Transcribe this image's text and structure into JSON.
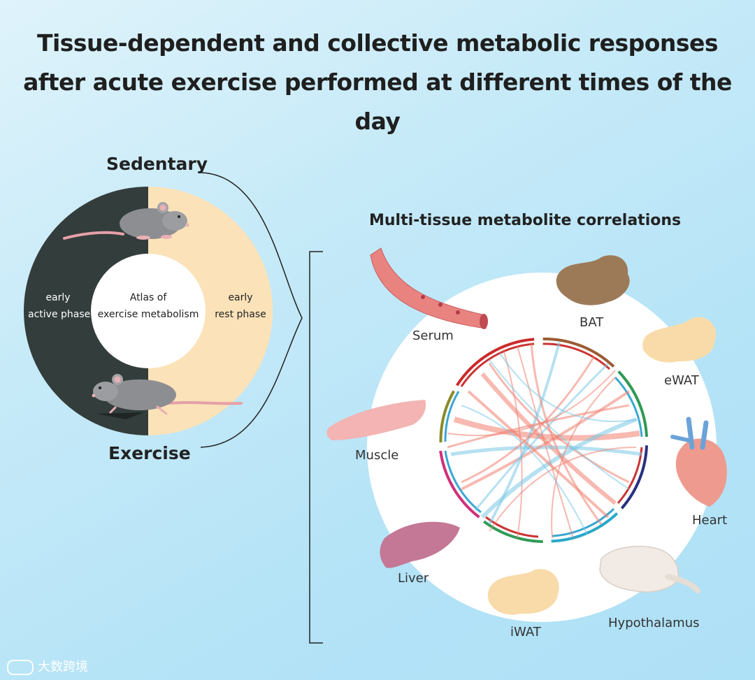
{
  "title": {
    "line1": "Tissue-dependent and collective metabolic responses",
    "line2": "after acute exercise performed at different times of the day"
  },
  "clock": {
    "sedentary_label": "Sedentary",
    "exercise_label": "Exercise",
    "left_phase": [
      "early",
      "active phase"
    ],
    "right_phase": [
      "early",
      "rest phase"
    ],
    "center": [
      "Atlas of",
      "exercise metabolism"
    ],
    "colors": {
      "dark": "#333d3b",
      "light": "#fbe2b8"
    }
  },
  "correlations": {
    "heading": "Multi-tissue metabolite correlations",
    "tissues": [
      "Serum",
      "BAT",
      "eWAT",
      "Heart",
      "Hypothalamus",
      "iWAT",
      "Liver",
      "Muscle"
    ]
  },
  "watermark": "大数跨境",
  "colors": {
    "red_link": "#f08070",
    "blue_link": "#7ac8e6"
  }
}
